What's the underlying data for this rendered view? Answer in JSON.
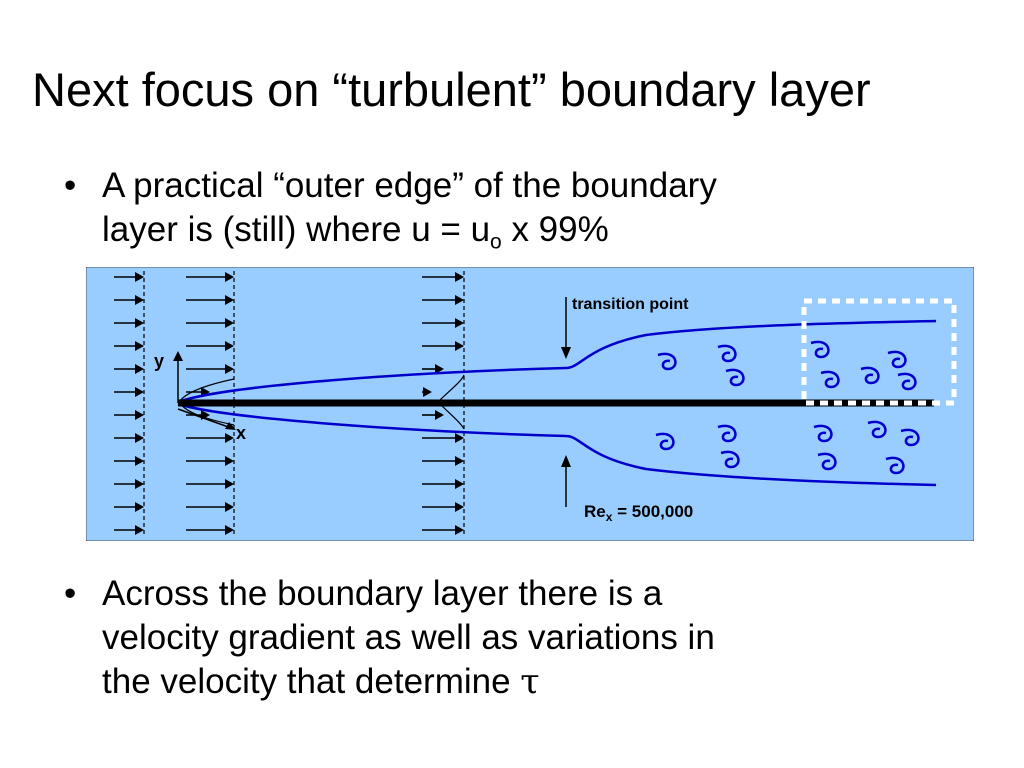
{
  "slide": {
    "title": "Next focus on “turbulent” boundary layer",
    "bullet_char": "•",
    "bullet1": {
      "line1": "A practical “outer edge” of the boundary",
      "line2_pre": "layer is (still) where u = u",
      "line2_sub": "o",
      "line2_post": " x 99%"
    },
    "bullet2": {
      "line1": "Across the boundary layer there is a",
      "line2": "velocity gradient as well as variations in",
      "line3_pre": "the velocity that determine ",
      "tau": "τ"
    }
  },
  "diagram": {
    "labels": {
      "transition": "transition point",
      "re_base": "Re",
      "re_sub": "x",
      "re_value": " = 500,000",
      "y_axis": "y",
      "x_axis": "x"
    },
    "colors": {
      "background": "#99ccff",
      "boundary_curve": "#0000cc",
      "plate": "#000000",
      "highlight_box": "#ffffff"
    },
    "icons": [
      "flow-arrow-icon",
      "transition-arrow-icon",
      "eddy-icon"
    ]
  }
}
